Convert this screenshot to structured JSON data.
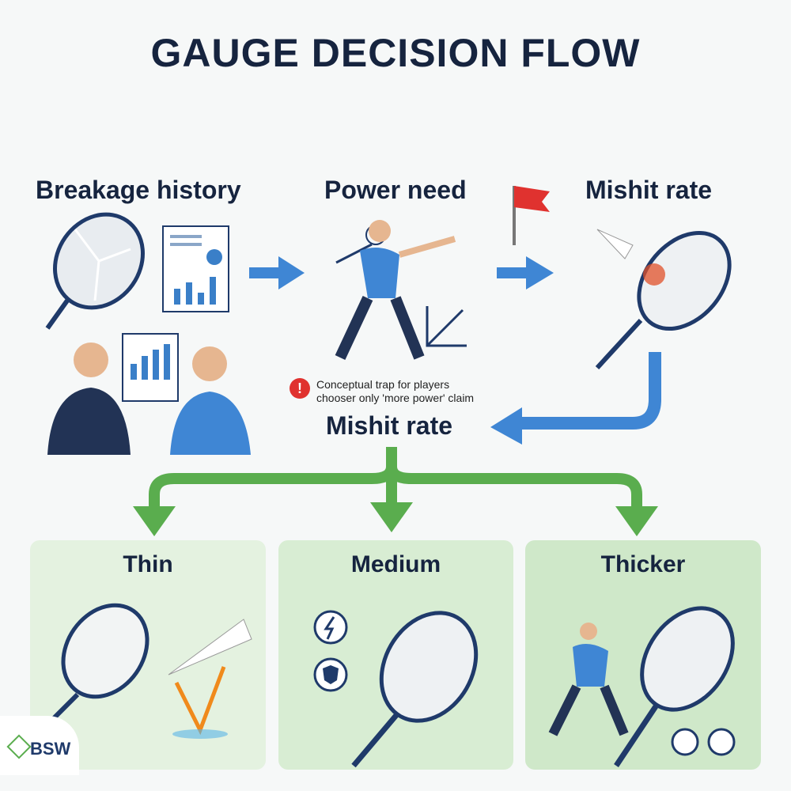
{
  "title": "GAUGE DECISION FLOW",
  "stages": {
    "breakage": "Breakage history",
    "power": "Power need",
    "mishit_top": "Mishit rate",
    "mishit_center": "Mishit rate"
  },
  "warning": {
    "icon": "exclamation-circle-icon",
    "line1": "Conceptual trap for players",
    "line2": "chooser only 'more power' claim"
  },
  "options": [
    {
      "label": "Thin"
    },
    {
      "label": "Medium"
    },
    {
      "label": "Thicker"
    }
  ],
  "logo": {
    "text": "BSW"
  },
  "colors": {
    "flow_arrow": "#3f86d4",
    "branch_arrow": "#5aad4e",
    "panel_light": "#e4f2e0",
    "panel_mid": "#d8edd3",
    "panel_dark": "#cfe8c9",
    "warning": "#e0322f",
    "navy": "#16243f"
  }
}
